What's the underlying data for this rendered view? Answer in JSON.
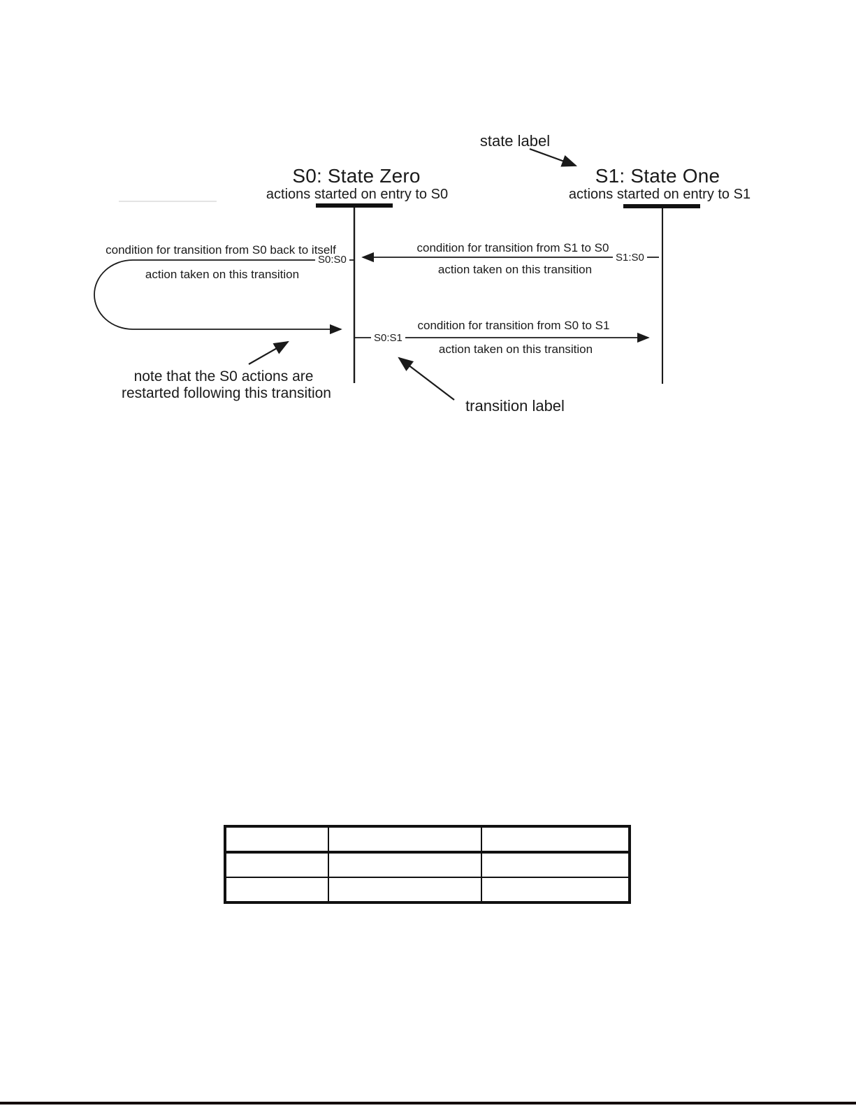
{
  "figure": {
    "annotations": {
      "state_label": "state label",
      "transition_label": "transition label",
      "note_line1": "note that the S0 actions are",
      "note_line2": "restarted following this transition"
    },
    "states": {
      "s0": {
        "title": "S0: State Zero",
        "subtitle": "actions started on entry to S0"
      },
      "s1": {
        "title": "S1: State One",
        "subtitle": "actions started on entry to S1"
      }
    },
    "transitions": {
      "s1_to_s0": {
        "label": "S1:S0",
        "condition": "condition for transition from S1 to S0",
        "action": "action taken on this transition"
      },
      "s0_to_s0": {
        "label": "S0:S0",
        "condition": "condition for transition from S0 back to itself",
        "action": "action taken on this transition"
      },
      "s0_to_s1": {
        "label": "S0:S1",
        "condition": "condition for transition from S0 to S1",
        "action": "action taken on this transition"
      }
    }
  },
  "table": {
    "columns": [
      "",
      "",
      ""
    ],
    "rows": [
      [
        "",
        "",
        ""
      ],
      [
        "",
        "",
        ""
      ],
      [
        "",
        "",
        ""
      ]
    ]
  },
  "colors": {
    "ink": "#1a1a1a",
    "paper": "#ffffff",
    "bottom_scan_line": "#140c0c"
  }
}
